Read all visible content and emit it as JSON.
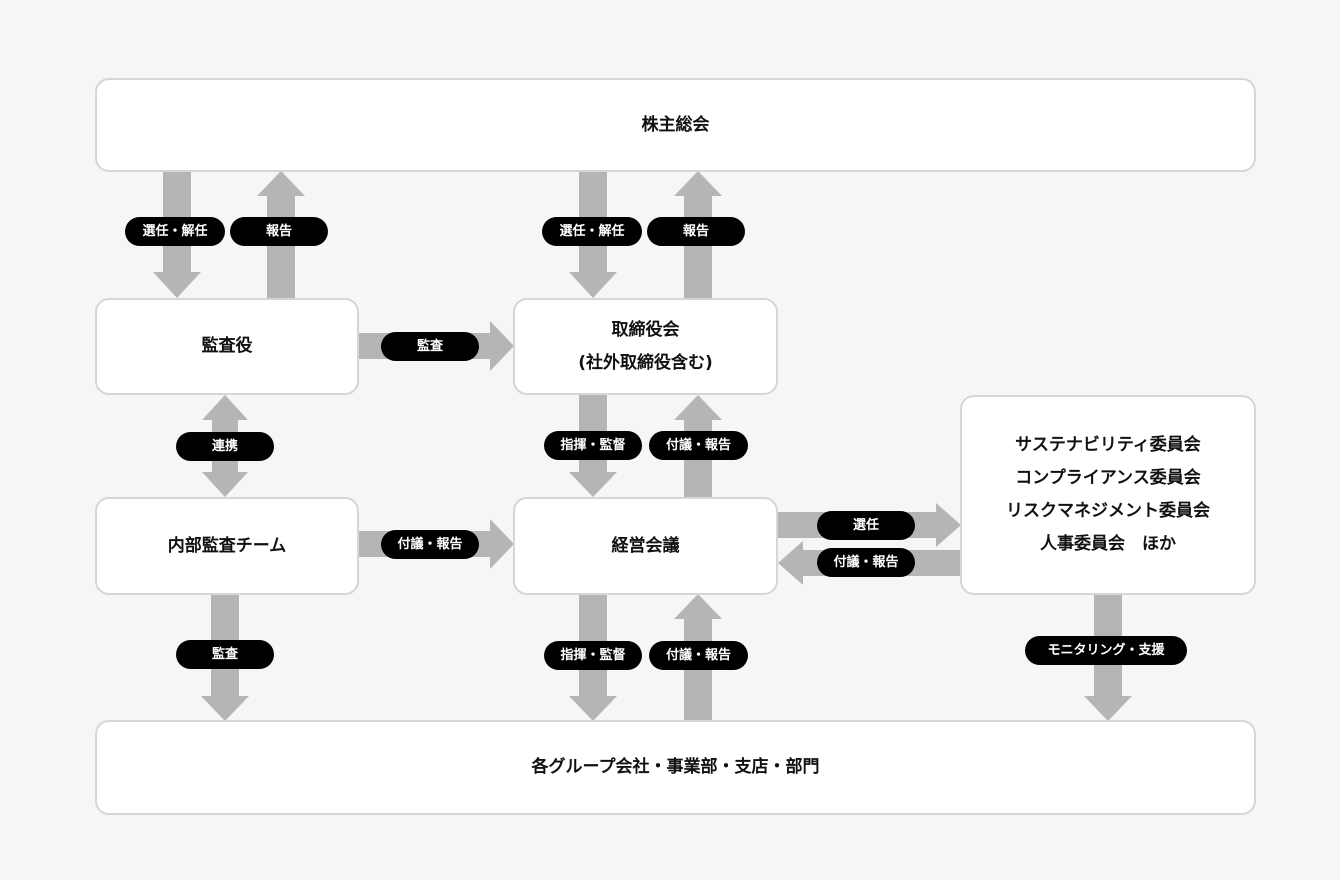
{
  "nodes": {
    "shareholders": "株主総会",
    "auditors": "監査役",
    "board_line1": "取締役会",
    "board_line2": "(社外取締役含む)",
    "internal_audit": "内部監査チーム",
    "management": "経営会議",
    "committees": [
      "サステナビリティ委員会",
      "コンプライアンス委員会",
      "リスクマネジメント委員会",
      "人事委員会　ほか"
    ],
    "groups": "各グループ会社・事業部・支店・部門"
  },
  "edges": {
    "shareholders_to_auditors": "選任・解任",
    "auditors_to_shareholders": "報告",
    "shareholders_to_board": "選任・解任",
    "board_to_shareholders": "報告",
    "auditors_to_board": "監査",
    "auditors_internal_link": "連携",
    "internal_to_management": "付議・報告",
    "board_to_management": "指揮・監督",
    "management_to_board": "付議・報告",
    "management_to_committees": "選任",
    "committees_to_management": "付議・報告",
    "internal_to_groups": "監査",
    "management_to_groups": "指揮・監督",
    "groups_to_management": "付議・報告",
    "committees_to_groups": "モニタリング・支援"
  },
  "colors": {
    "background": "#f6f6f6",
    "box_border": "#d6d6d6",
    "arrow": "#b5b5b5",
    "label_bg": "#000000",
    "label_text": "#ffffff"
  }
}
